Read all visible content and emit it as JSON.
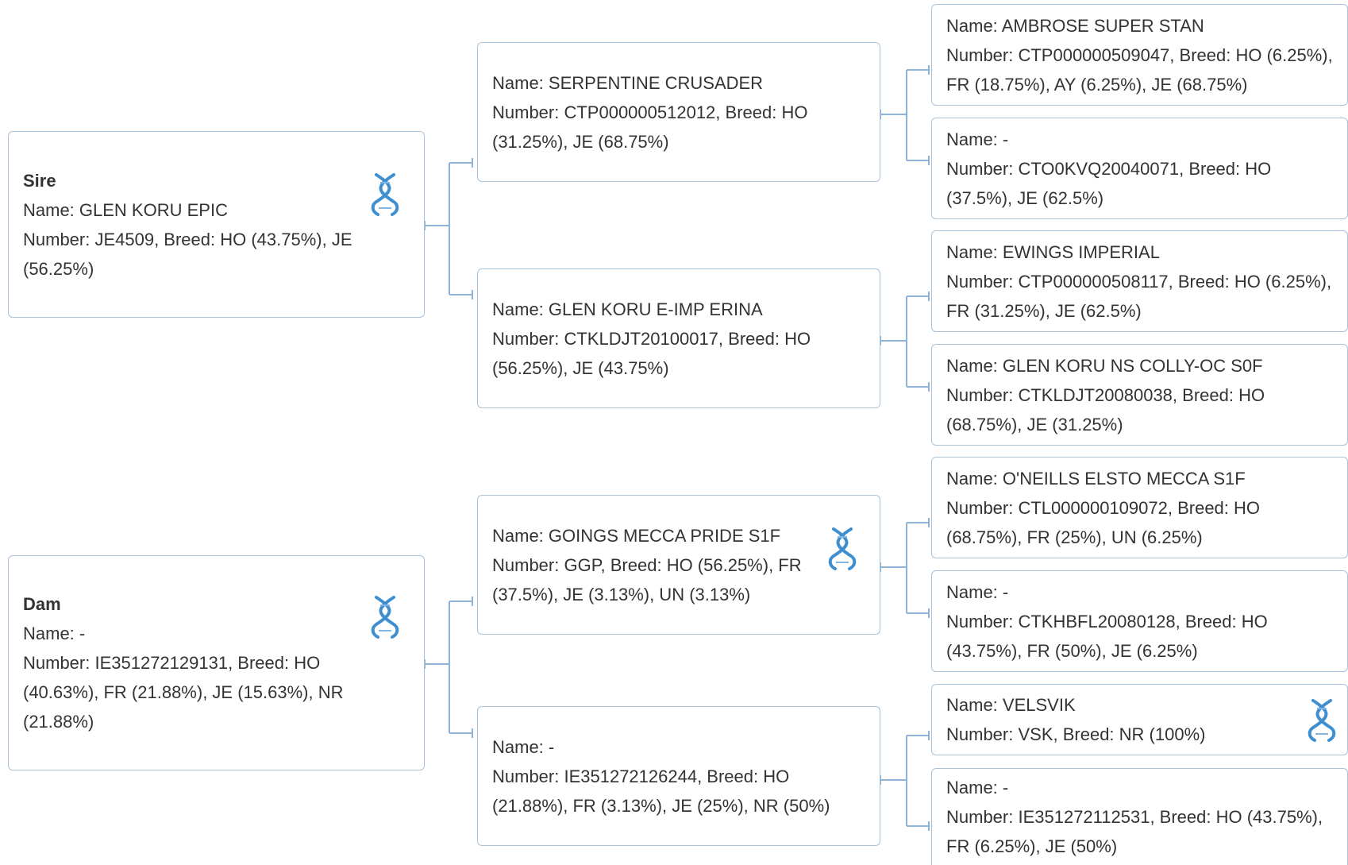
{
  "pedigree": {
    "sire": {
      "title": "Sire",
      "name": "Name: GLEN KORU EPIC",
      "number": "Number: JE4509, Breed: HO (43.75%), JE (56.25%)",
      "dna": true,
      "sire": {
        "name": "Name: SERPENTINE CRUSADER",
        "number": "Number: CTP000000512012, Breed: HO (31.25%), JE (68.75%)",
        "sire": {
          "name": "Name: AMBROSE SUPER STAN",
          "number": "Number: CTP000000509047, Breed: HO (6.25%), FR (18.75%), AY (6.25%), JE (68.75%)"
        },
        "dam": {
          "name": "Name: -",
          "number": "Number: CTO0KVQ20040071, Breed: HO (37.5%), JE (62.5%)"
        }
      },
      "dam": {
        "name": "Name: GLEN KORU E-IMP ERINA",
        "number": "Number: CTKLDJT20100017, Breed: HO (56.25%), JE (43.75%)",
        "sire": {
          "name": "Name: EWINGS IMPERIAL",
          "number": "Number: CTP000000508117, Breed: HO (6.25%), FR (31.25%), JE (62.5%)"
        },
        "dam": {
          "name": "Name: GLEN KORU NS COLLY-OC S0F",
          "number": "Number: CTKLDJT20080038, Breed: HO (68.75%), JE (31.25%)"
        }
      }
    },
    "dam": {
      "title": "Dam",
      "name": "Name: -",
      "number": "Number: IE351272129131, Breed: HO (40.63%), FR (21.88%), JE (15.63%), NR (21.88%)",
      "dna": true,
      "sire": {
        "name": "Name: GOINGS MECCA PRIDE S1F",
        "number": "Number: GGP, Breed: HO (56.25%), FR (37.5%), JE (3.13%), UN (3.13%)",
        "dna": true,
        "sire": {
          "name": "Name: O'NEILLS ELSTO MECCA S1F",
          "number": "Number: CTL000000109072, Breed: HO (68.75%), FR (25%), UN (6.25%)"
        },
        "dam": {
          "name": "Name: -",
          "number": "Number: CTKHBFL20080128, Breed: HO (43.75%), FR (50%), JE (6.25%)"
        }
      },
      "dam": {
        "name": "Name: -",
        "number": "Number: IE351272126244, Breed: HO (21.88%), FR (3.13%), JE (25%), NR (50%)",
        "sire": {
          "name": "Name: VELSVIK",
          "number": "Number: VSK, Breed: NR (100%)",
          "dna": true
        },
        "dam": {
          "name": "Name: -",
          "number": "Number: IE351272112531, Breed: HO (43.75%), FR (6.25%), JE (50%)"
        }
      }
    }
  },
  "colors": {
    "border": "#a9c2dc",
    "connector": "#8eb3d6",
    "dna": "#3f8fd0"
  },
  "icon": "dna-icon"
}
